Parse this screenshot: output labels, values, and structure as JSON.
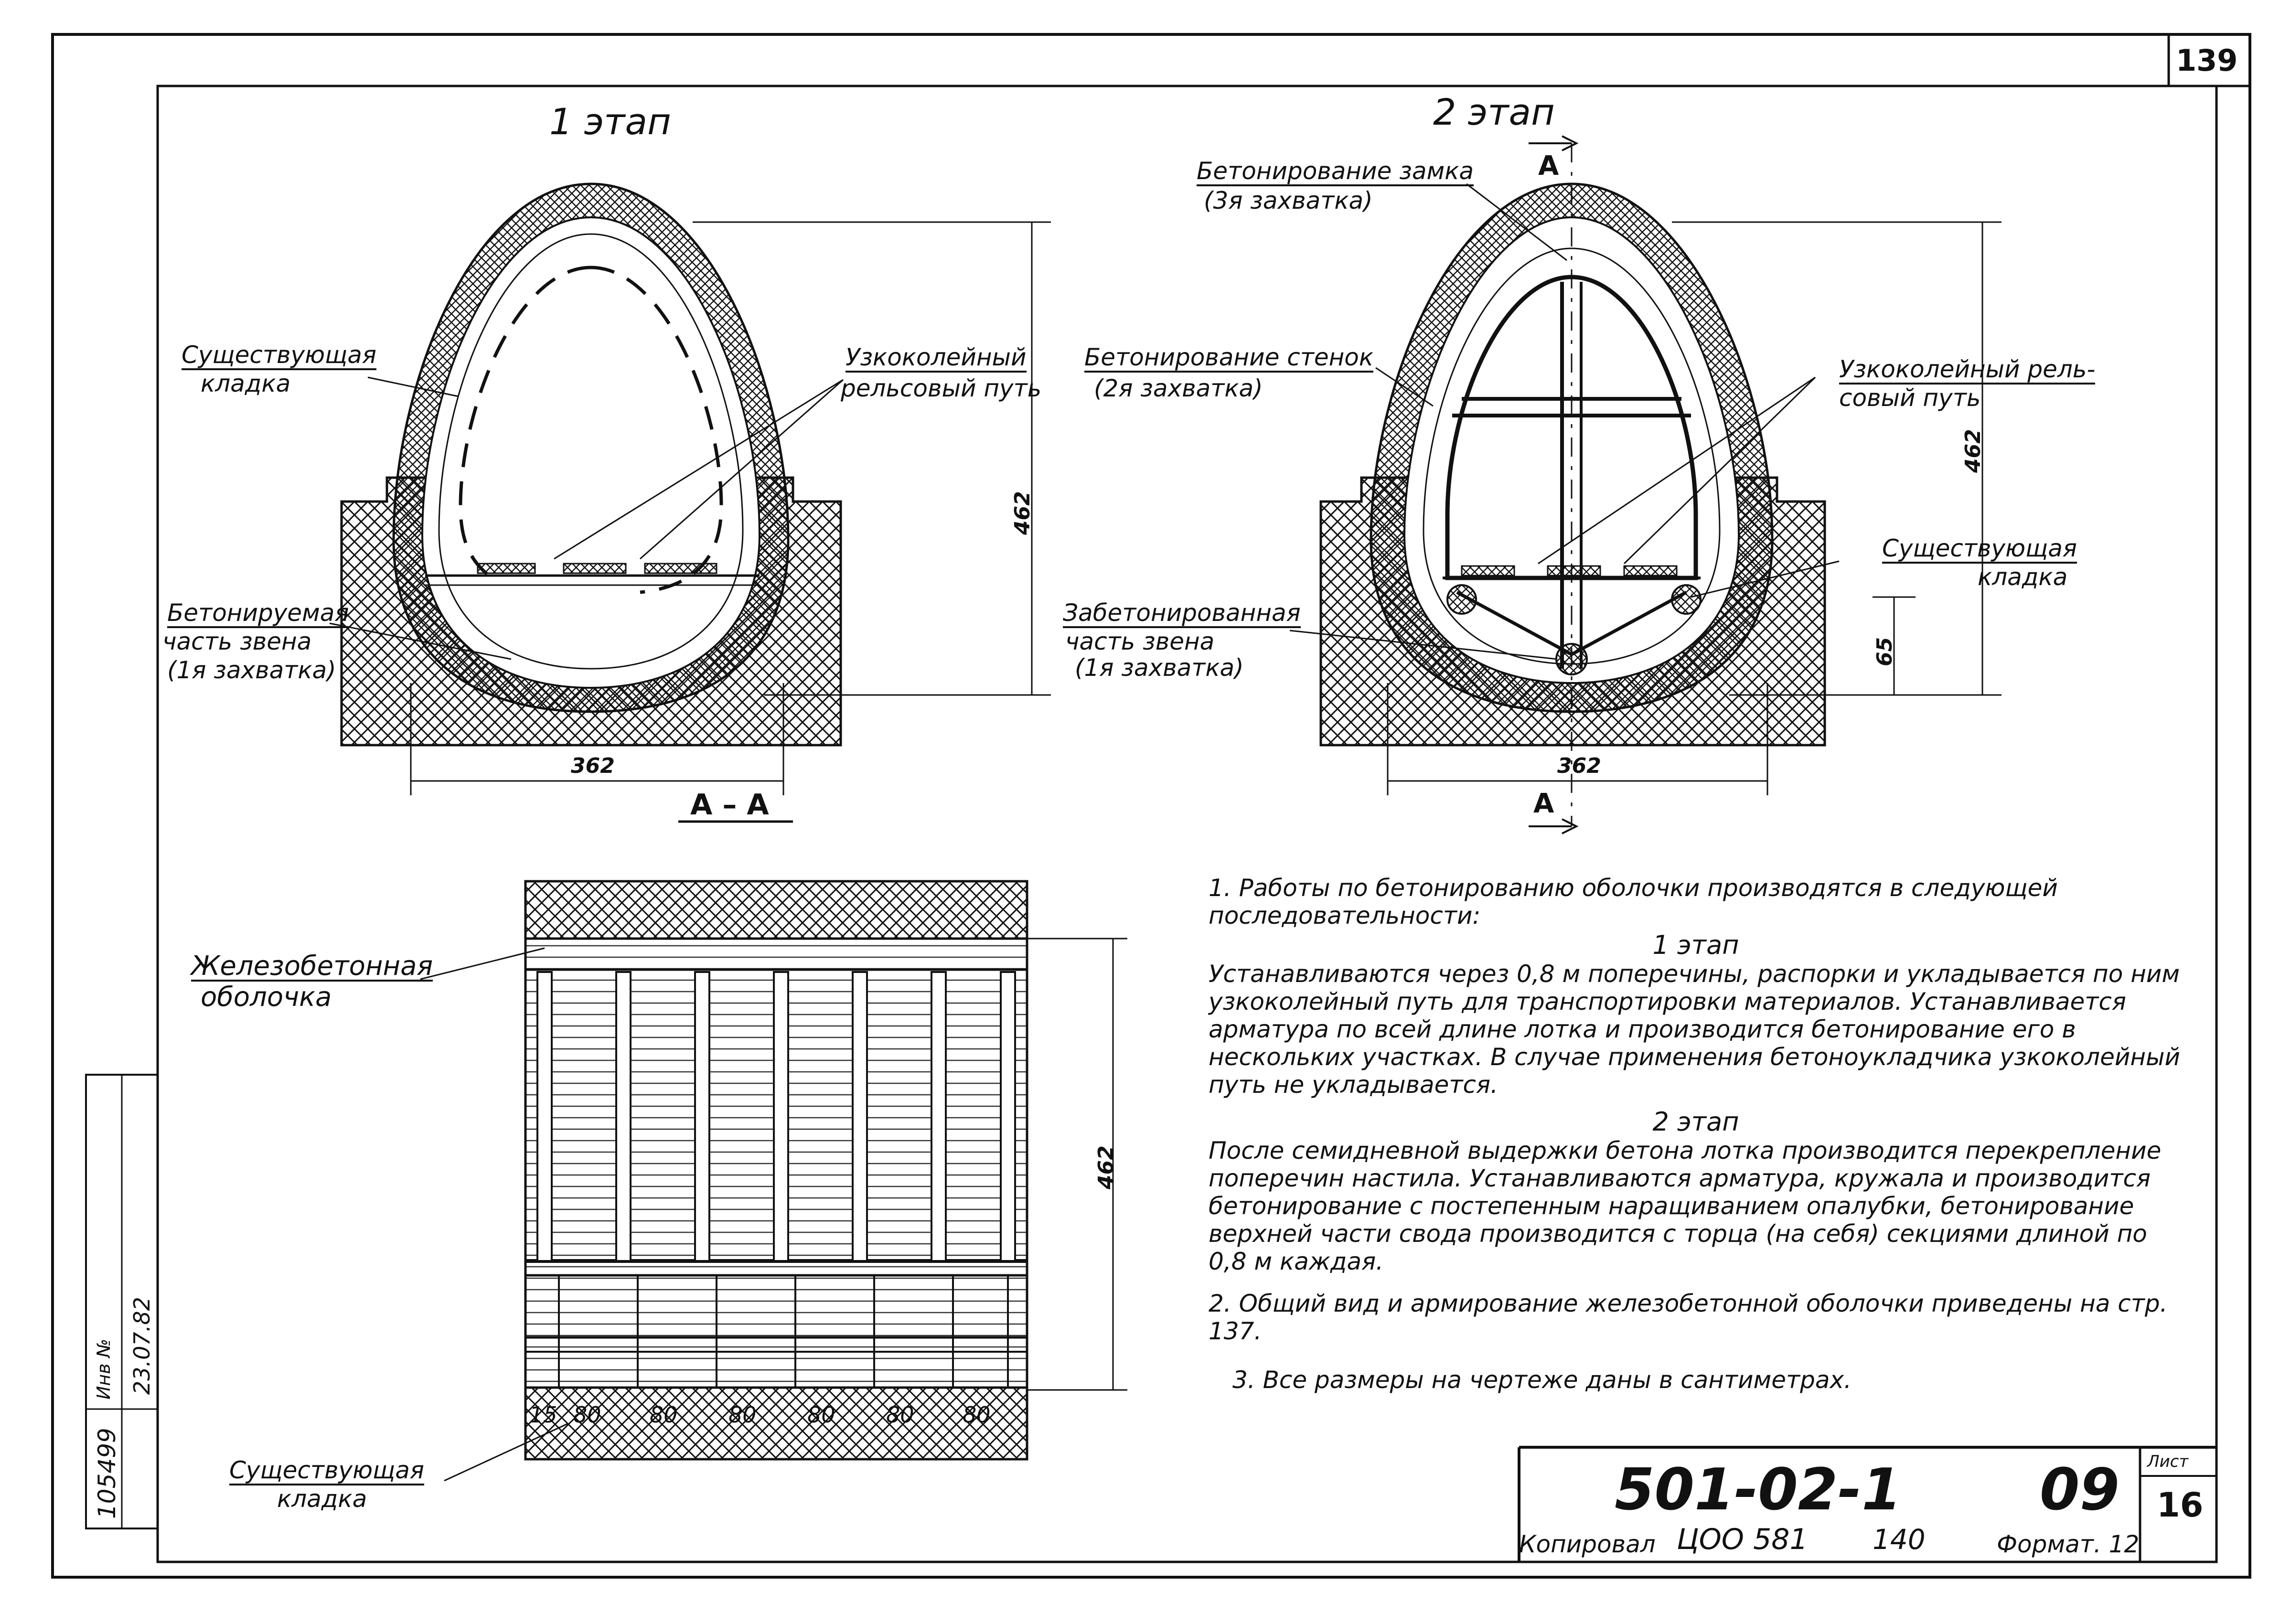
{
  "sheet": {
    "page_number": "139",
    "doc_code": "501-02-1",
    "sheet_code": "09",
    "sheet_label": "Лист",
    "sheet_number": "16",
    "copied_label": "Копировал",
    "copied_id": "ЦОО 581",
    "copied_num": "140",
    "format": "Формат. 12",
    "side_stamp": {
      "inv_label": "Инв №",
      "inv_number": "105499",
      "date": "23.07.82"
    }
  },
  "stage1": {
    "title": "1 этап",
    "label_existing": [
      "Существующая",
      "кладка"
    ],
    "label_rail": [
      "Узкоколейный",
      "рельсовый путь"
    ],
    "label_concreted": [
      "Бетонируемая",
      "часть звена",
      "(1я захватка)"
    ],
    "dim_height": "462",
    "dim_width": "362",
    "section_mark": "А – А"
  },
  "stage2": {
    "title": "2 этап",
    "label_lock": [
      "Бетонирование замка",
      "(3я захватка)"
    ],
    "label_walls": [
      "Бетонирование стенок",
      "(2я захватка)"
    ],
    "label_rail": [
      "Узкоколейный рель-",
      "совый путь"
    ],
    "label_existing": [
      "Существующая",
      "кладка"
    ],
    "label_concreted": [
      "Забетонированная",
      "часть звена",
      "(1я захватка)"
    ],
    "dim_height": "462",
    "dim_small": "65",
    "dim_width": "362",
    "section_mark": "А"
  },
  "longitudinal": {
    "label_shell": [
      "Железобетонная",
      "оболочка"
    ],
    "label_existing": [
      "Существующая",
      "кладка"
    ],
    "dim_height": "462",
    "spacing": [
      "15",
      "80",
      "80",
      "80",
      "80",
      "80",
      "80"
    ]
  },
  "notes": {
    "n1_intro": "1. Работы по бетонированию оболочки производятся в следующей последовательности:",
    "stage1_head": "1 этап",
    "stage1_text": "Устанавливаются через 0,8 м поперечины, распорки и укладывается по ним узкоколейный путь для транспортировки материалов. Устанавливается арматура по всей длине лотка и производится бетонирование его в нескольких участках. В случае применения бетоноукладчика узкоколейный путь не укладывается.",
    "stage2_head": "2 этап",
    "stage2_text": "После семидневной выдержки бетона лотка производится перекрепление поперечин настила. Устанавливаются арматура, кружала и производится бетонирование с постепенным наращиванием опалубки, бетонирование верхней части свода производится с торца (на себя) секциями длиной по 0,8 м каждая.",
    "n2": "2. Общий вид и армирование железобетонной оболочки приведены на стр. 137.",
    "n3": "3. Все размеры на чертеже даны в сантиметрах."
  }
}
